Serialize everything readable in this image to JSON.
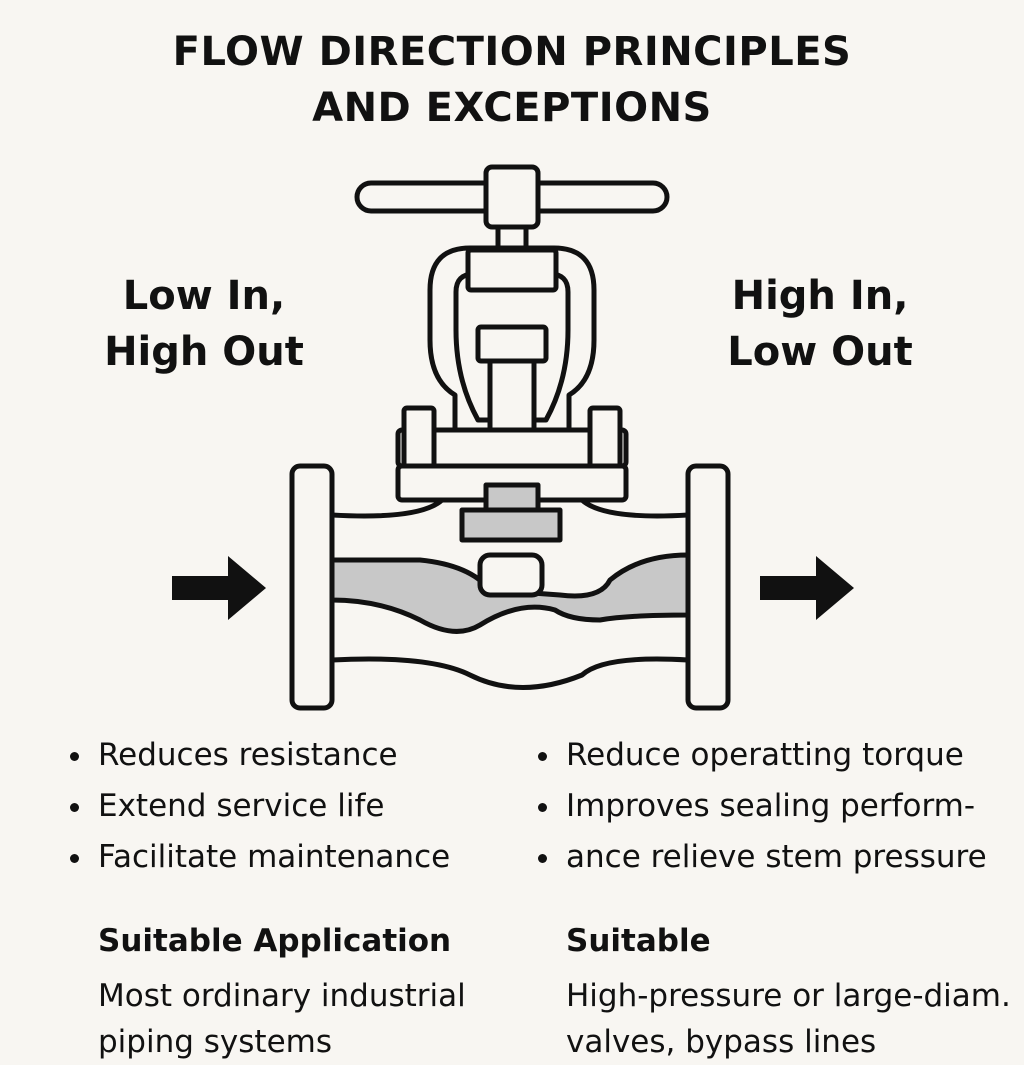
{
  "title": {
    "line1": "FLOW DIRECTION PRINCIPLES",
    "line2": "AND EXCEPTIONS"
  },
  "left": {
    "label_line1": "Low In,",
    "label_line2": "High Out",
    "bullets": [
      "Reduces resistance",
      "Extend service life",
      "Facilitate maintenance"
    ],
    "heading": "Suitable Application",
    "body_line1": "Most ordinary industrial",
    "body_line2": "piping systems"
  },
  "right": {
    "label_line1": "High In,",
    "label_line2": "Low Out",
    "bullets": [
      "Reduce operatting torque",
      "Improves sealing perform-",
      "ance relieve stem pressure"
    ],
    "heading": "Suitable",
    "body_line1": "High-pressure or large-diam.",
    "body_line2": "valves, bypass lines"
  },
  "colors": {
    "background": "#f8f6f2",
    "ink": "#111111",
    "valve_fill": "#f8f6f2",
    "flow_shade": "#c8c8c8"
  },
  "icons": [
    "flow-arrow-in-icon",
    "flow-arrow-out-icon",
    "globe-valve-icon"
  ]
}
